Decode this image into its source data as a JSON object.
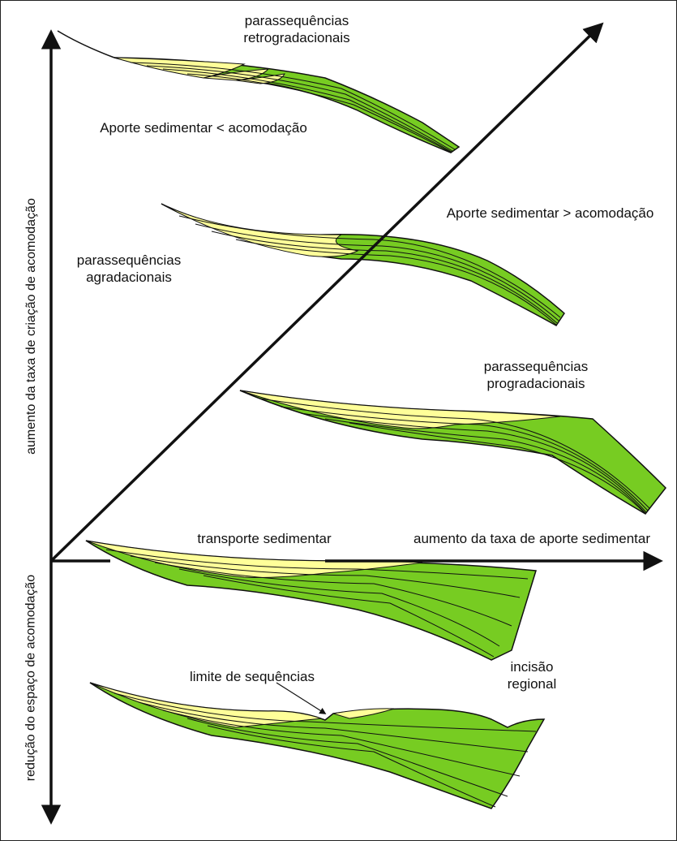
{
  "labels": {
    "retro_line1": "parassequências",
    "retro_line2": "retrogradacionais",
    "aporte_menor": "Aporte sedimentar < acomodação",
    "aporte_maior": "Aporte sedimentar > acomodação",
    "agrad_line1": "parassequências",
    "agrad_line2": "agradacionais",
    "prog_line1": "parassequências",
    "prog_line2": "progradacionais",
    "transporte": "transporte sedimentar",
    "x_axis": "aumento da taxa de aporte sedimentar",
    "y_axis_up": "aumento da taxa de criação de acomodação",
    "y_axis_down": "redução do espaço de acomodação",
    "limite": "limite de sequências",
    "incisao_line1": "incisão",
    "incisao_line2": "regional"
  },
  "colors": {
    "sand": "#ffff99",
    "shelf_green": "#77cc22",
    "line": "#111111",
    "border": "#222222"
  }
}
